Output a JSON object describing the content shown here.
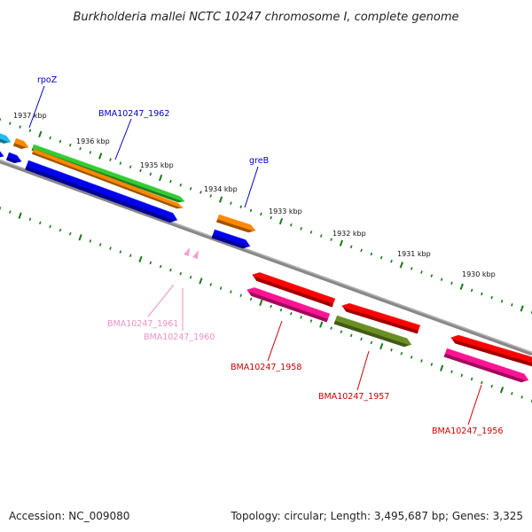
{
  "title": "Burkholderia mallei NCTC 10247 chromosome I, complete genome",
  "footer": {
    "accession": "Accession: NC_009080",
    "summary": "Topology: circular; Length: 3,495,687 bp; Genes: 3,325"
  },
  "kbp_labels": [
    "1937 kbp",
    "1936 kbp",
    "1935 kbp",
    "1934 kbp",
    "1933 kbp",
    "1932 kbp",
    "1931 kbp",
    "1930 kbp"
  ],
  "colors": {
    "backbone": "#808080",
    "tick": "#1a7a1a",
    "forward_label": "#0000cc",
    "reverse_label": "#cc0000",
    "pseudo_label": "#f090c8",
    "blue": "#0000ee",
    "cyan": "#22bbee",
    "orange": "#ff8800",
    "green": "#33cc33",
    "red": "#ff0000",
    "pink": "#ff1493",
    "olive": "#6b8e23",
    "light_pink": "#f4a0d0"
  },
  "gene_labels": [
    {
      "id": "rpoz",
      "text": "rpoZ",
      "color": "#0000cc"
    },
    {
      "id": "bma1962",
      "text": "BMA10247_1962",
      "color": "#0000cc"
    },
    {
      "id": "greb",
      "text": "greB",
      "color": "#0000cc"
    },
    {
      "id": "bma1961",
      "text": "BMA10247_1961",
      "color": "#f090c8"
    },
    {
      "id": "bma1960",
      "text": "BMA10247_1960",
      "color": "#f090c8"
    },
    {
      "id": "bma1958",
      "text": "BMA10247_1958",
      "color": "#cc0000"
    },
    {
      "id": "bma1957",
      "text": "BMA10247_1957",
      "color": "#cc0000"
    },
    {
      "id": "bma1956",
      "text": "BMA10247_1956",
      "color": "#cc0000"
    }
  ]
}
